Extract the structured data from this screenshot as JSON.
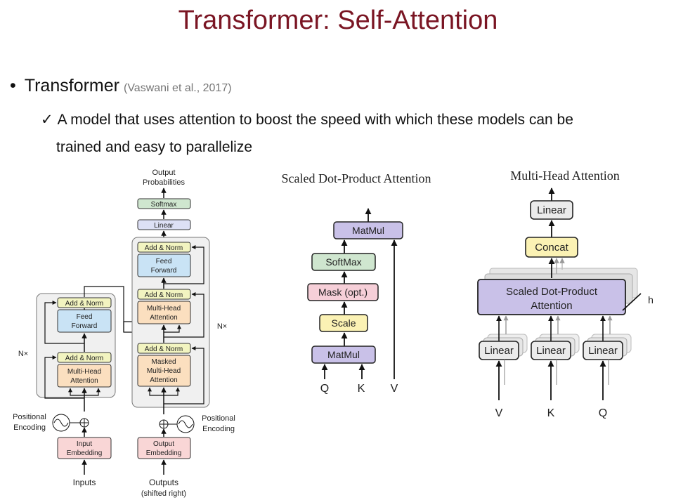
{
  "slide": {
    "title": "Transformer: Self-Attention",
    "bullet": "Transformer",
    "citation": "(Vaswani et al., 2017)",
    "check_mark": "✓",
    "sub_line1": "A model that uses attention to boost the speed with which these models can be",
    "sub_line2": "trained and easy to parallelize"
  },
  "transformer": {
    "output_probabilities": [
      "Output",
      "Probabilities"
    ],
    "softmax": "Softmax",
    "linear": "Linear",
    "add_norm": "Add & Norm",
    "feed_forward": [
      "Feed",
      "Forward"
    ],
    "multi_head_attention": [
      "Multi-Head",
      "Attention"
    ],
    "masked_multi_head_attention": [
      "Masked",
      "Multi-Head",
      "Attention"
    ],
    "nx": "N×",
    "positional_encoding": [
      "Positional",
      "Encoding"
    ],
    "input_embedding": [
      "Input",
      "Embedding"
    ],
    "output_embedding": [
      "Output",
      "Embedding"
    ],
    "inputs": "Inputs",
    "outputs": [
      "Outputs",
      "(shifted right)"
    ]
  },
  "scaled_dot": {
    "title": "Scaled Dot-Product Attention",
    "matmul": "MatMul",
    "softmax": "SoftMax",
    "mask": "Mask (opt.)",
    "scale": "Scale",
    "q": "Q",
    "k": "K",
    "v": "V"
  },
  "multi_head": {
    "title": "Multi-Head Attention",
    "linear": "Linear",
    "concat": "Concat",
    "sdpa": [
      "Scaled Dot-Product",
      "Attention"
    ],
    "h": "h",
    "v": "V",
    "k": "K",
    "q": "Q"
  },
  "colors": {
    "title": "#7a1523",
    "add_norm": "#f2f4c0",
    "feed_forward": "#c9e3f5",
    "attention": "#fbdfbf",
    "embedding": "#f9d6d6",
    "linear": "#dde0f5",
    "softmax": "#cfe6cf",
    "matmul": "#c9c1e8",
    "mask": "#f6cfd8",
    "scale": "#fbf2b4",
    "concat": "#fbf2b4",
    "block_bg": "#f0f0f0"
  }
}
